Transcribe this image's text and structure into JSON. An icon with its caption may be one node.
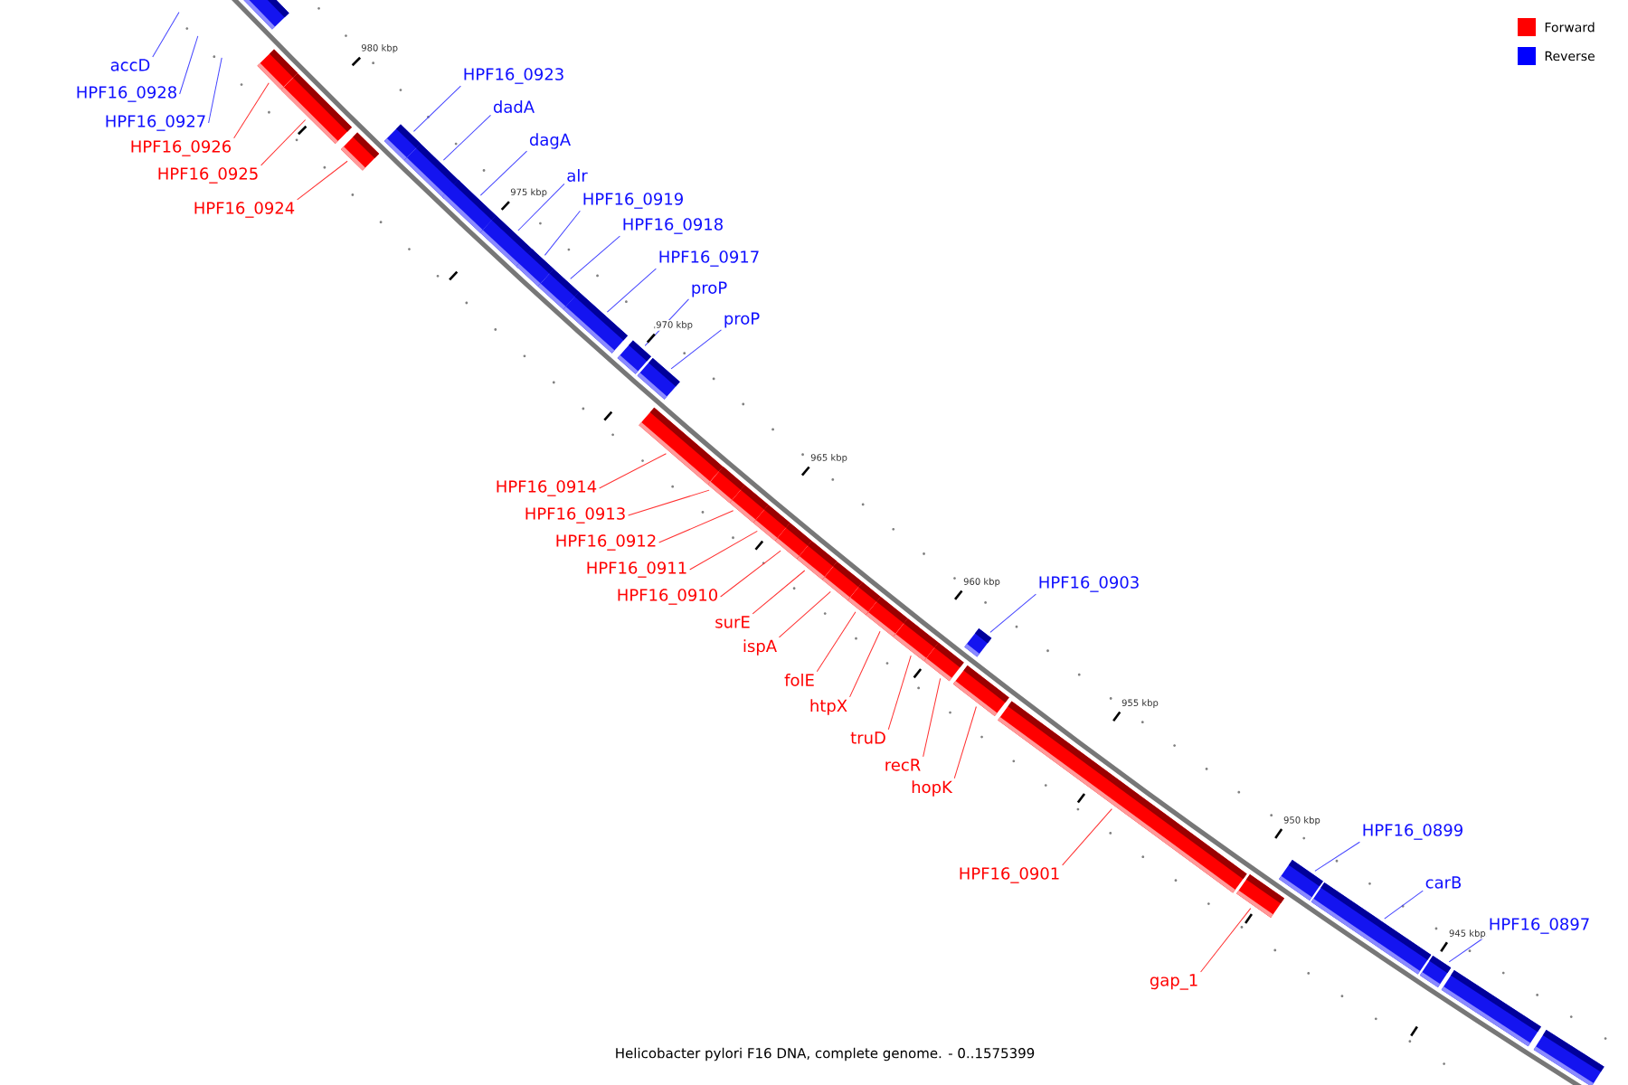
{
  "diagram": {
    "caption": "Helicobacter pylori F16 DNA, complete genome. - 0..1575399",
    "nodes": [
      {
        "text": [],
        "shape": "bar"
      },
      {
        "text": [
          "accD"
        ]
      },
      {
        "text": [
          "HPF16_0928"
        ]
      },
      {
        "text": [
          "HPF16_0927"
        ]
      },
      {
        "text": [
          "HPF16_0926"
        ]
      },
      {
        "text": [],
        "shape": "bar"
      },
      {
        "text": [
          "HPF16_0925"
        ]
      },
      {
        "text": [],
        "shape": "bar"
      },
      {
        "text": [
          "HPF16_0924"
        ]
      },
      {
        "text": [],
        "shape": "bar"
      },
      {
        "text": [
          "HPF16_0923"
        ]
      },
      {
        "text": [],
        "shape": "bar"
      },
      {
        "text": [
          "dadA"
        ]
      },
      {
        "text": [],
        "shape": "bar"
      },
      {
        "text": [
          "dagA"
        ]
      },
      {
        "text": [],
        "shape": "bar"
      },
      {
        "text": [
          "alr"
        ]
      },
      {
        "text": [],
        "shape": "bar"
      },
      {
        "text": [
          "HPF16_0919"
        ]
      },
      {
        "text": [],
        "shape": "bar"
      },
      {
        "text": [
          "HPF16_0918"
        ]
      },
      {
        "text": [],
        "shape": "bar"
      },
      {
        "text": [
          "HPF16_0917"
        ]
      },
      {
        "text": [],
        "shape": "bar"
      },
      {
        "text": [
          "proP"
        ]
      },
      {
        "text": [],
        "shape": "bar"
      },
      {
        "text": [
          "proP"
        ]
      },
      {
        "text": [],
        "shape": "bar"
      },
      {
        "text": [
          "HPF16_0914"
        ]
      },
      {
        "text": [],
        "shape": "bar"
      },
      {
        "text": [
          "HPF16_0913"
        ]
      },
      {
        "text": [],
        "shape": "bar"
      },
      {
        "text": [
          "HPF16_0912"
        ]
      },
      {
        "text": [],
        "shape": "bar"
      },
      {
        "text": [
          "HPF16_0911"
        ]
      },
      {
        "text": [],
        "shape": "bar"
      },
      {
        "text": [
          "HPF16_0910"
        ]
      },
      {
        "text": [],
        "shape": "bar"
      },
      {
        "text": [
          "surE"
        ]
      },
      {
        "text": [],
        "shape": "bar"
      },
      {
        "text": [
          "ispA"
        ]
      },
      {
        "text": [],
        "shape": "bar"
      },
      {
        "text": [
          "folE"
        ]
      },
      {
        "text": [],
        "shape": "bar"
      },
      {
        "text": [
          "htpX"
        ]
      },
      {
        "text": [],
        "shape": "bar"
      },
      {
        "text": [
          "truD"
        ]
      },
      {
        "text": [],
        "shape": "bar"
      },
      {
        "text": [
          "recR"
        ]
      },
      {
        "text": [],
        "shape": "bar"
      },
      {
        "text": [
          "hopK"
        ]
      },
      {
        "text": [],
        "shape": "bar"
      },
      {
        "text": [
          "HPF16_0903"
        ]
      },
      {
        "text": [],
        "shape": "bar"
      },
      {
        "text": [
          "HPF16_0901"
        ]
      },
      {
        "text": [],
        "shape": "bar"
      },
      {
        "text": [
          "gap_1"
        ]
      },
      {
        "text": [],
        "shape": "bar"
      },
      {
        "text": [
          "HPF16_0899"
        ]
      },
      {
        "text": [],
        "shape": "bar"
      },
      {
        "text": [
          "carB"
        ]
      },
      {
        "text": [],
        "shape": "bar"
      },
      {
        "text": [
          "HPF16_0897"
        ]
      },
      {
        "text": [],
        "shape": "bar"
      },
      {
        "text": [],
        "shape": "bar"
      },
      {
        "text": [],
        "shape": "bar"
      }
    ],
    "edges": [
      {
        "from": 1,
        "to": null,
        "arrow": "none",
        "color": "#4444ff"
      },
      {
        "from": 2,
        "to": null,
        "arrow": "none",
        "color": "#4444ff"
      },
      {
        "from": 3,
        "to": null,
        "arrow": "none",
        "color": "#4444ff"
      },
      {
        "from": 4,
        "to": 5,
        "arrow": "none"
      },
      {
        "from": 6,
        "to": 7,
        "arrow": "none"
      },
      {
        "from": 8,
        "to": 9,
        "arrow": "none"
      },
      {
        "from": 10,
        "to": 11,
        "arrow": "none",
        "color": "#4444ff"
      },
      {
        "from": 12,
        "to": 13,
        "arrow": "none",
        "color": "#4444ff"
      },
      {
        "from": 14,
        "to": 15,
        "arrow": "none",
        "color": "#4444ff"
      },
      {
        "from": 16,
        "to": 17,
        "arrow": "none",
        "color": "#4444ff"
      },
      {
        "from": 18,
        "to": 19,
        "arrow": "none",
        "color": "#4444ff"
      },
      {
        "from": 20,
        "to": 21,
        "arrow": "none",
        "color": "#4444ff"
      },
      {
        "from": 22,
        "to": 23,
        "arrow": "none",
        "color": "#4444ff"
      },
      {
        "from": 24,
        "to": 25,
        "arrow": "none",
        "color": "#4444ff"
      },
      {
        "from": 26,
        "to": 27,
        "arrow": "none",
        "color": "#4444ff"
      },
      {
        "from": 28,
        "to": 29,
        "arrow": "none"
      },
      {
        "from": 30,
        "to": 31,
        "arrow": "none"
      },
      {
        "from": 32,
        "to": 33,
        "arrow": "none"
      },
      {
        "from": 34,
        "to": 35,
        "arrow": "none"
      },
      {
        "from": 36,
        "to": 37,
        "arrow": "none"
      },
      {
        "from": 38,
        "to": 39,
        "arrow": "none"
      },
      {
        "from": 40,
        "to": 41,
        "arrow": "none"
      },
      {
        "from": 42,
        "to": 43,
        "arrow": "none"
      },
      {
        "from": 44,
        "to": 45,
        "arrow": "none"
      },
      {
        "from": 46,
        "to": 47,
        "arrow": "none"
      },
      {
        "from": 48,
        "to": 49,
        "arrow": "none"
      },
      {
        "from": 50,
        "to": 51,
        "arrow": "none"
      },
      {
        "from": 52,
        "to": 53,
        "arrow": "none",
        "color": "#4444ff"
      },
      {
        "from": 54,
        "to": 55,
        "arrow": "none"
      },
      {
        "from": 56,
        "to": 57,
        "arrow": "none"
      },
      {
        "from": 58,
        "to": 59,
        "arrow": "none",
        "color": "#4444ff"
      },
      {
        "from": 60,
        "to": 61,
        "arrow": "none",
        "color": "#4444ff"
      },
      {
        "from": 62,
        "to": 63,
        "arrow": "none",
        "color": "#4444ff"
      }
    ],
    "labels": [
      "980 kbp",
      "975 kbp",
      "970 kbp",
      "965 kbp",
      "960 kbp",
      "955 kbp",
      "950 kbp",
      "945 kbp"
    ],
    "legend": [
      {
        "text": "Forward",
        "color": "#ff0000"
      },
      {
        "text": "Reverse",
        "color": "#0000ff"
      }
    ]
  }
}
